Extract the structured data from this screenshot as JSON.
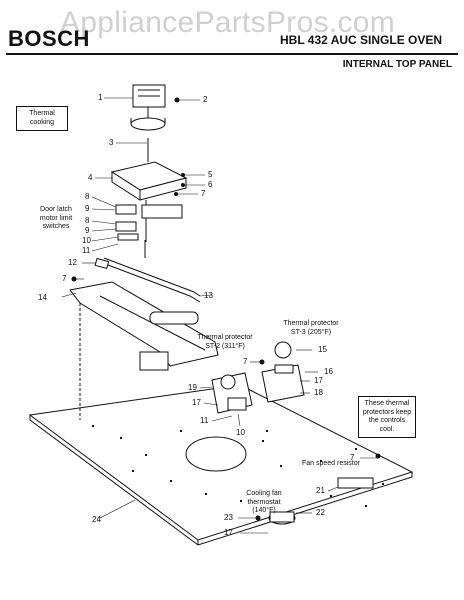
{
  "header": {
    "brand": "BOSCH",
    "model": "HBL 432 AUC SINGLE OVEN",
    "section": "INTERNAL TOP PANEL",
    "watermark": "AppliancePartsPros.com"
  },
  "notes": {
    "thermal_cooking": "Thermal cooking",
    "door_latch": "Door latch motor limit switches",
    "protector_st2": "Thermal protector ST-2 (311°F)",
    "protector_st3": "Thermal protector ST-3 (205°F)",
    "protectors_keep_cool": "These thermal protectors keep the controls cool.",
    "fan_speed_resistor": "Fan speed resistor",
    "cooling_fan_thermostat": "Cooling fan thermostat (140°F)"
  },
  "callouts": [
    "1",
    "2",
    "3",
    "4",
    "5",
    "6",
    "7",
    "8",
    "9",
    "8",
    "9",
    "10",
    "11",
    "12",
    "7",
    "13",
    "14",
    "15",
    "7",
    "16",
    "17",
    "18",
    "19",
    "17",
    "11",
    "10",
    "7",
    "21",
    "22",
    "23",
    "17",
    "24"
  ],
  "colors": {
    "ink": "#111111",
    "watermark": "#969696"
  }
}
